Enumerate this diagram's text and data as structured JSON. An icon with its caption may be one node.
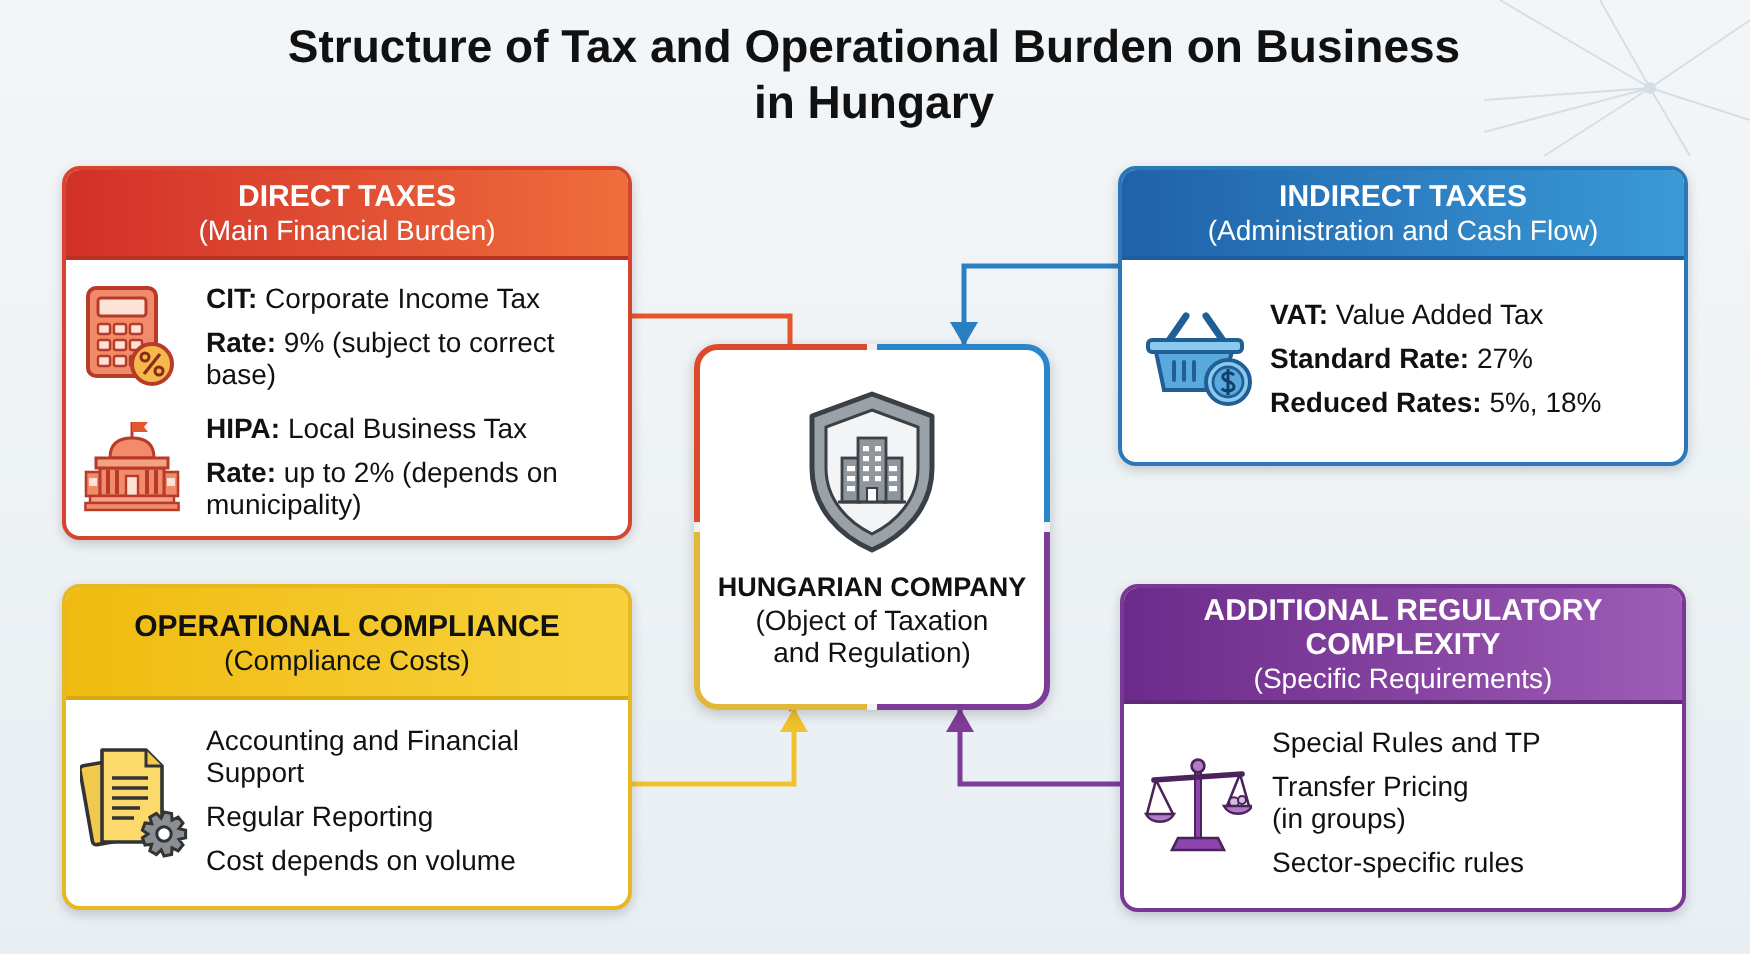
{
  "diagram": {
    "title": "Structure of Tax and Operational Burden on Business in Hungary",
    "nodes": [
      {
        "text": [
          "DIRECT TAXES",
          "(Main Financial Burden)",
          "**CIT:** Corporate Income Tax",
          "**Rate:** 9% (subject to correct base)",
          "**HIPA:** Local Business Tax",
          "**Rate:** up to 2% (depends on municipality)"
        ]
      },
      {
        "text": [
          "INDIRECT TAXES",
          "(Administration and Cash Flow)",
          "**VAT:** Value Added Tax",
          "**Standard Rate:** 27%",
          "**Reduced Rates:** 5%, 18%"
        ]
      },
      {
        "text": [
          "HUNGARIAN COMPANY",
          "(Object of Taxation and Regulation)"
        ]
      },
      {
        "text": [
          "OPERATIONAL COMPLIANCE",
          "(Compliance Costs)",
          "Accounting and Financial Support",
          "Regular Reporting",
          "Cost depends on volume"
        ]
      },
      {
        "text": [
          "ADDITIONAL REGULATORY COMPLEXITY",
          "(Specific Requirements)",
          "Special Rules and TP",
          "Transfer Pricing (in groups)",
          "Sector-specific rules"
        ]
      }
    ],
    "edges": [
      {
        "from": 0,
        "to": 2,
        "arrow": "to",
        "color": "#e4572e"
      },
      {
        "from": 1,
        "to": 2,
        "arrow": "to",
        "color": "#2a7fc1"
      },
      {
        "from": 3,
        "to": 2,
        "arrow": "to",
        "color": "#f0c22d"
      },
      {
        "from": 4,
        "to": 2,
        "arrow": "to",
        "color": "#7d3c98"
      }
    ]
  }
}
